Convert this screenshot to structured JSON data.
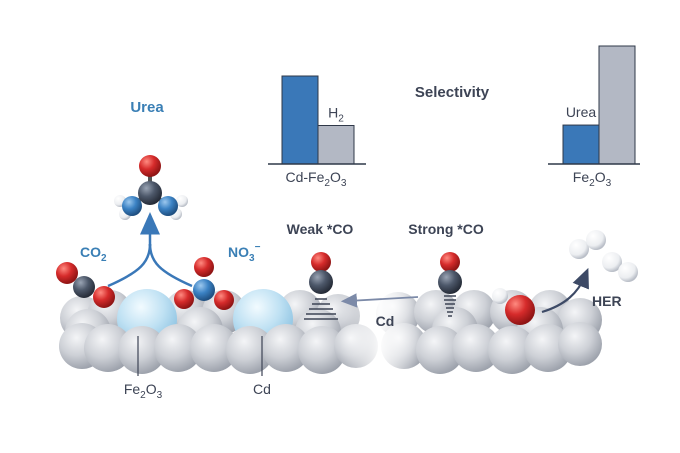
{
  "labels": {
    "urea_title": "Urea",
    "selectivity": "Selectivity",
    "weak_co": "Weak *CO",
    "strong_co": "Strong *CO",
    "co2": "CO",
    "co2_sub": "2",
    "no3": "NO",
    "no3_sub": "3",
    "no3_sup": "−",
    "cd_arrow": "Cd",
    "her": "HER",
    "fe2o3_surface": "Fe",
    "fe2o3_surface_sub1": "2",
    "fe2o3_surface_o": "O",
    "fe2o3_surface_sub2": "3",
    "cd_surface": "Cd"
  },
  "chart_data": [
    {
      "type": "bar",
      "categories": [
        "Urea",
        "H2"
      ],
      "values": [
        0.8,
        0.35
      ],
      "xlabel": "Cd-Fe2O3",
      "bar_labels": [
        "",
        "H2"
      ]
    },
    {
      "type": "bar",
      "categories": [
        "Urea",
        "H2"
      ],
      "values": [
        0.33,
        1.0
      ],
      "xlabel": "Fe2O3",
      "bar_labels": [
        "Urea",
        ""
      ]
    }
  ],
  "colors": {
    "blue": "#3a78b8",
    "gray_bar": "#b3b8c4",
    "text_dark": "#3d4455",
    "title_blue": "#3a7fb5",
    "oxygen": "#d02a2a",
    "carbon": "#4a5566",
    "nitrogen": "#3a7fbf",
    "atom_gray": "#c9ccd2",
    "cd_blue": "#b9dcf0"
  }
}
